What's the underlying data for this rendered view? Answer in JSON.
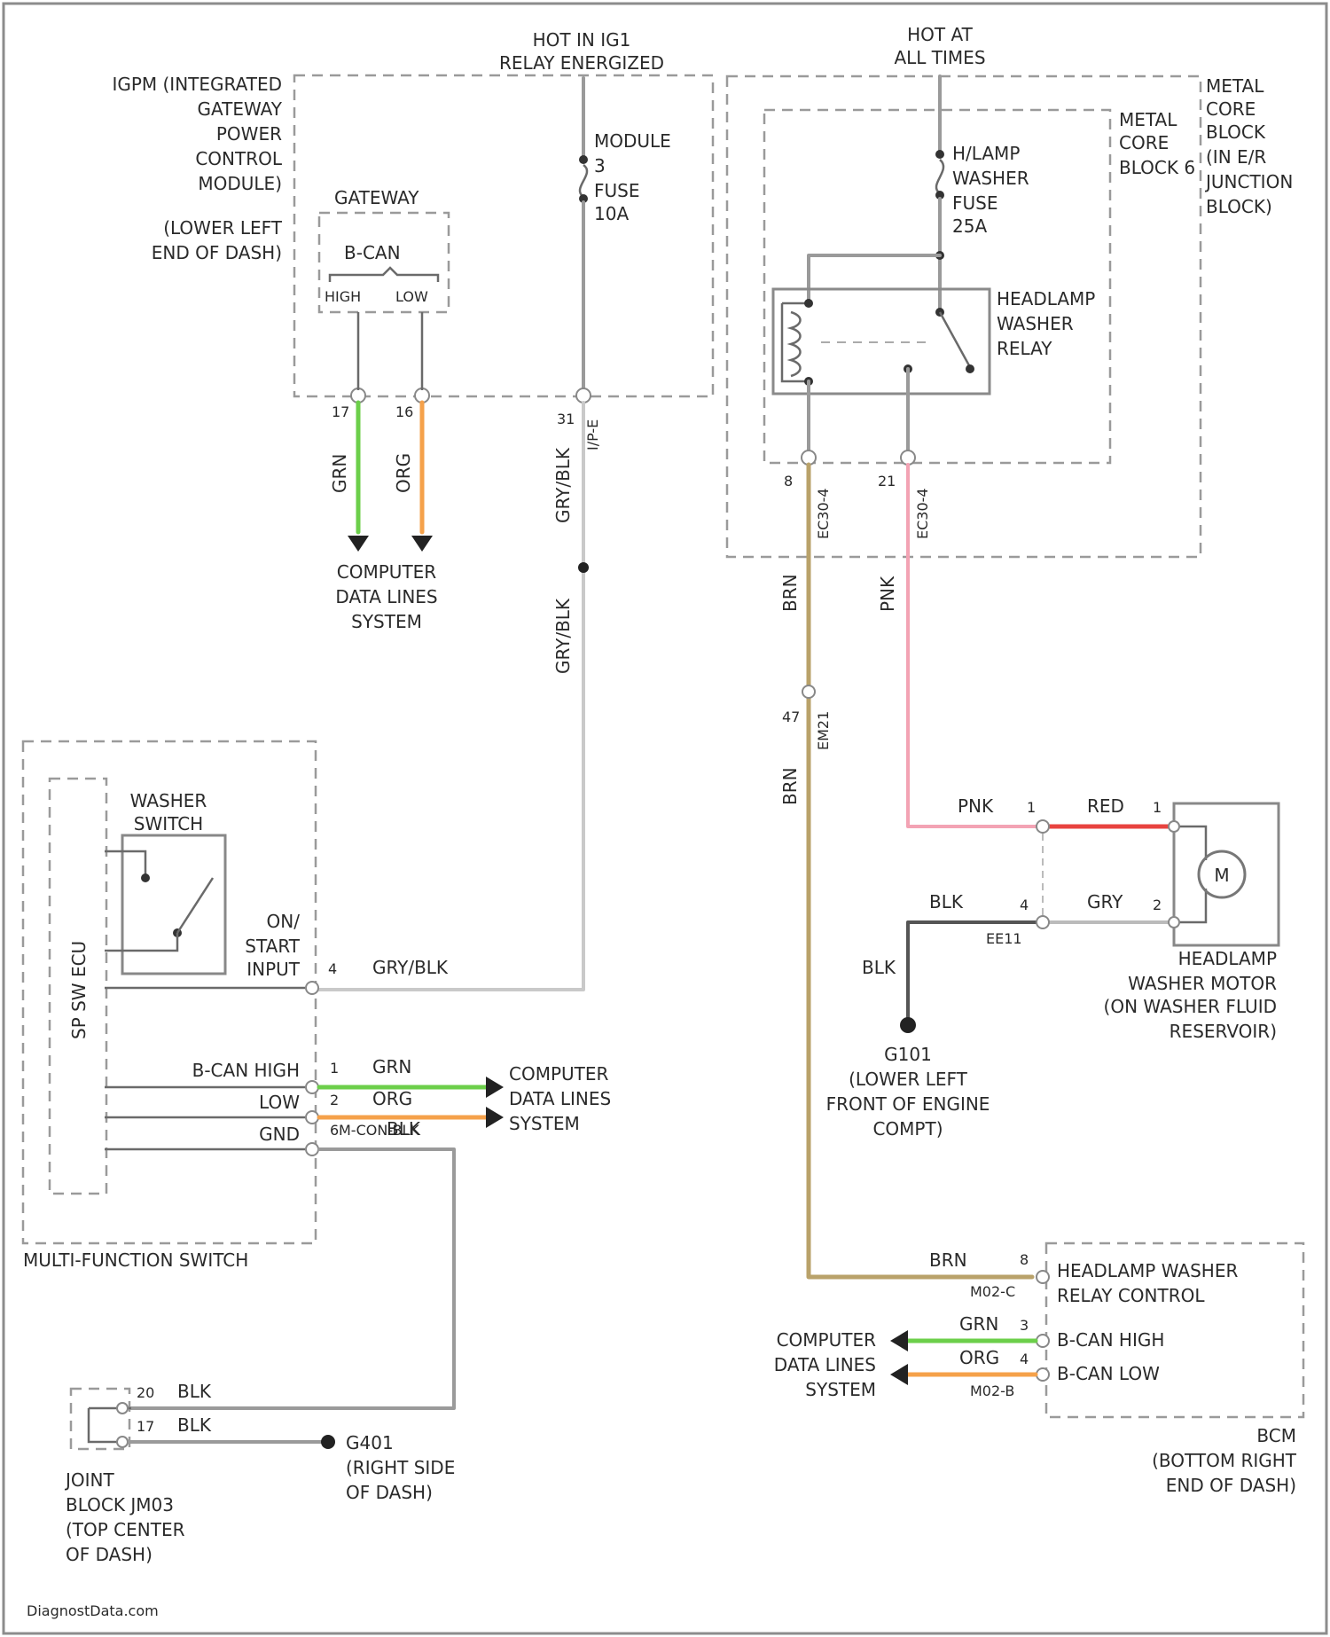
{
  "components": {
    "ipcm": [
      "IGPM (INTEGRATED",
      "GATEWAY",
      "POWER",
      "CONTROL",
      "MODULE)"
    ],
    "ipcm_location": [
      "(LOWER LEFT",
      "END OF DASH)"
    ],
    "gateway": "GATEWAY",
    "bcan": "B-CAN",
    "high": "HIGH",
    "low": "LOW",
    "hot_ign": [
      "HOT IN IG1",
      "RELAY ENERGIZED"
    ],
    "module_fuse": [
      "MODULE",
      "3",
      "FUSE",
      "10A"
    ],
    "hot_all": [
      "HOT AT",
      "ALL TIMES"
    ],
    "metal_core_outer": [
      "METAL",
      "CORE",
      "BLOCK",
      "(IN E/R",
      "JUNCTION",
      "BLOCK)"
    ],
    "metal_core_inner": [
      "METAL",
      "CORE",
      "BLOCK 6"
    ],
    "hlamp_fuse": [
      "H/LAMP",
      "WASHER",
      "FUSE",
      "25A"
    ],
    "hl_relay": [
      "HEADLAMP",
      "WASHER",
      "RELAY"
    ],
    "computer_data_top": [
      "COMPUTER",
      "DATA LINES",
      "SYSTEM"
    ],
    "computer_data_mid": [
      "COMPUTER",
      "DATA LINES",
      "SYSTEM"
    ],
    "computer_data_bcm": [
      "COMPUTER",
      "DATA LINES",
      "SYSTEM"
    ],
    "washer_switch": [
      "WASHER",
      "SWITCH"
    ],
    "sp_ecu": "SP SW ECU",
    "on_start": [
      "ON/",
      "START",
      "INPUT"
    ],
    "bcan_high_label": "B-CAN HIGH",
    "low_label": "LOW",
    "gnd_label": "GND",
    "mfs": "MULTI-FUNCTION SWITCH",
    "joint_block": [
      "JOINT",
      "BLOCK JM03",
      "(TOP CENTER",
      "OF DASH)"
    ],
    "g401": [
      "G401",
      "(RIGHT SIDE",
      "OF DASH)"
    ],
    "g101": [
      "G101",
      "(LOWER LEFT",
      "FRONT OF ENGINE",
      "COMPT)"
    ],
    "motor_label": [
      "HEADLAMP",
      "WASHER MOTOR",
      "(ON WASHER FLUID",
      "RESERVOIR)"
    ],
    "motor_symbol": "M",
    "bcm_hl_control": [
      "HEADLAMP WASHER",
      "RELAY CONTROL"
    ],
    "bcm_bcan_high": "B-CAN HIGH",
    "bcm_bcan_low": "B-CAN LOW",
    "bcm": [
      "BCM",
      "(BOTTOM RIGHT",
      "END OF DASH)"
    ],
    "footer": "DiagnostData.com"
  },
  "wires": {
    "grn": "GRN",
    "org": "ORG",
    "gry_blk": "GRY/BLK",
    "brn": "BRN",
    "pnk": "PNK",
    "red": "RED",
    "blk": "BLK",
    "gry": "GRY"
  },
  "pins": {
    "gw_high": "17",
    "gw_low": "16",
    "igpm_ign": "31",
    "igpm_con": "I/P-E",
    "relay_a": "8",
    "relay_b": "21",
    "relay_con": "EC30-4",
    "inline_a": "47",
    "inline_con": "EM21",
    "motor_pin1": "1",
    "motor_pin2": "2",
    "conn_1": "1",
    "conn_4": "4",
    "motor_con": "EE11",
    "mfs_4": "4",
    "mfs_1": "1",
    "mfs_2": "2",
    "mfs_6": "6",
    "mfs_con": "M-CON-BLK",
    "bcm_8": "8",
    "bcm_3": "3",
    "bcm_4": "4",
    "bcm_con_c": "M02-C",
    "bcm_con_b": "M02-B",
    "jb_20": "20",
    "jb_17": "17"
  },
  "colors": {
    "grn": "#6ccf4a",
    "org": "#f5a14a",
    "brn": "#b9a26a",
    "pnk": "#f3a3b4",
    "red": "#e8433f",
    "blk": "#555555",
    "gry": "#9a9a9a"
  }
}
